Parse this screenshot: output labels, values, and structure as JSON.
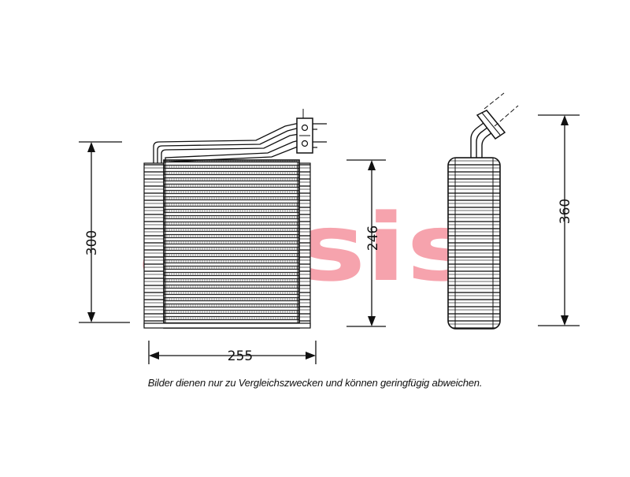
{
  "watermark": {
    "text": "aksis",
    "color": "#e8102a"
  },
  "dimensions": {
    "width": "255",
    "core_height": "246",
    "overall_height": "300",
    "depth_height": "360"
  },
  "caption": "Bilder dienen nur zu Vergleichszwecken und können geringfügig abweichen."
}
